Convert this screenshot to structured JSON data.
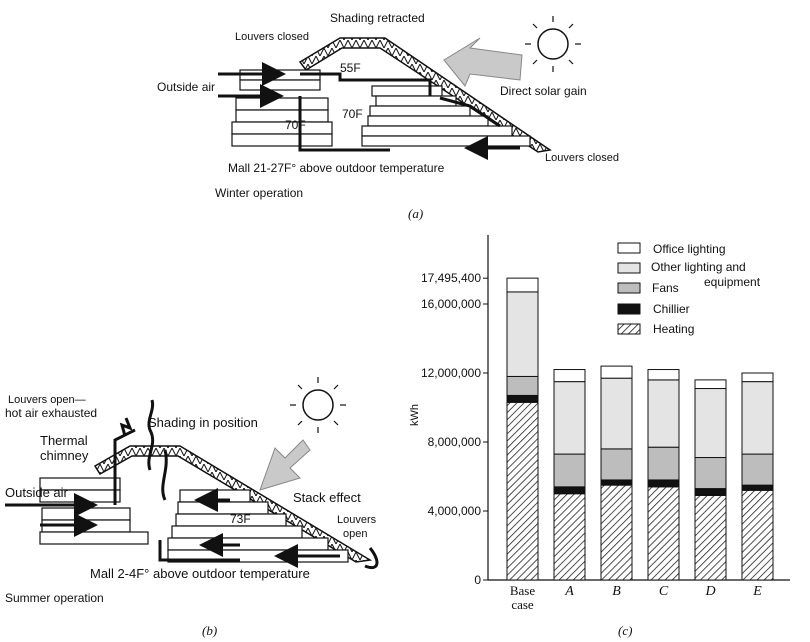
{
  "panel_a": {
    "caption": "(a)",
    "labels": {
      "shading": "Shading retracted",
      "louvers_top": "Louvers closed",
      "outside_air": "Outside air",
      "temp_55": "55F",
      "solar": "Direct solar gain",
      "temp_70_right": "70F",
      "temp_70_left": "70F",
      "louvers_bottom": "Louvers closed",
      "mall_note": "Mall 21-27F° above outdoor temperature",
      "operation": "Winter operation"
    }
  },
  "panel_b": {
    "caption": "(b)",
    "labels": {
      "louvers_open_1": "Louvers open—",
      "louvers_open_2": "hot air exhausted",
      "shading": "Shading in position",
      "thermal_1": "Thermal",
      "thermal_2": "chimney",
      "outside_air": "Outside air",
      "stack": "Stack effect",
      "temp_73": "73F",
      "louvers_1": "Louvers",
      "louvers_2": "open",
      "mall_note": "Mall 2-4F° above outdoor temperature",
      "operation": "Summer operation"
    }
  },
  "panel_c": {
    "caption": "(c)"
  },
  "chart_data": {
    "type": "bar",
    "stacked": true,
    "ylabel": "kWh",
    "ylim": [
      0,
      20000000
    ],
    "yticks": [
      {
        "value": 0,
        "label": "0"
      },
      {
        "value": 4000000,
        "label": "4,000,000"
      },
      {
        "value": 8000000,
        "label": "8,000,000"
      },
      {
        "value": 12000000,
        "label": "12,000,000"
      },
      {
        "value": 16000000,
        "label": "16,000,000"
      },
      {
        "value": 17495400,
        "label": "17,495,400"
      }
    ],
    "categories": [
      "Base case",
      "A",
      "B",
      "C",
      "D",
      "E"
    ],
    "series": [
      {
        "name": "Heating",
        "color": "#ffffff",
        "pattern": "hatch",
        "values": [
          10300000,
          5000000,
          5500000,
          5400000,
          4900000,
          5200000
        ]
      },
      {
        "name": "Chillier",
        "color": "#111111",
        "values": [
          400000,
          400000,
          300000,
          400000,
          400000,
          300000
        ]
      },
      {
        "name": "Fans",
        "color": "#bdbdbd",
        "values": [
          1100000,
          1900000,
          1800000,
          1900000,
          1800000,
          1800000
        ]
      },
      {
        "name": "Other lighting and equipment",
        "color": "#e4e4e4",
        "values": [
          4900000,
          4200000,
          4100000,
          3900000,
          4000000,
          4200000
        ]
      },
      {
        "name": "Office lighting",
        "color": "#ffffff",
        "values": [
          800000,
          700000,
          700000,
          600000,
          500000,
          500000
        ]
      }
    ],
    "legend": {
      "position": "top-right",
      "items": [
        "Office lighting",
        "Other lighting and",
        "equipment",
        "Fans",
        "Chillier",
        "Heating"
      ]
    }
  }
}
